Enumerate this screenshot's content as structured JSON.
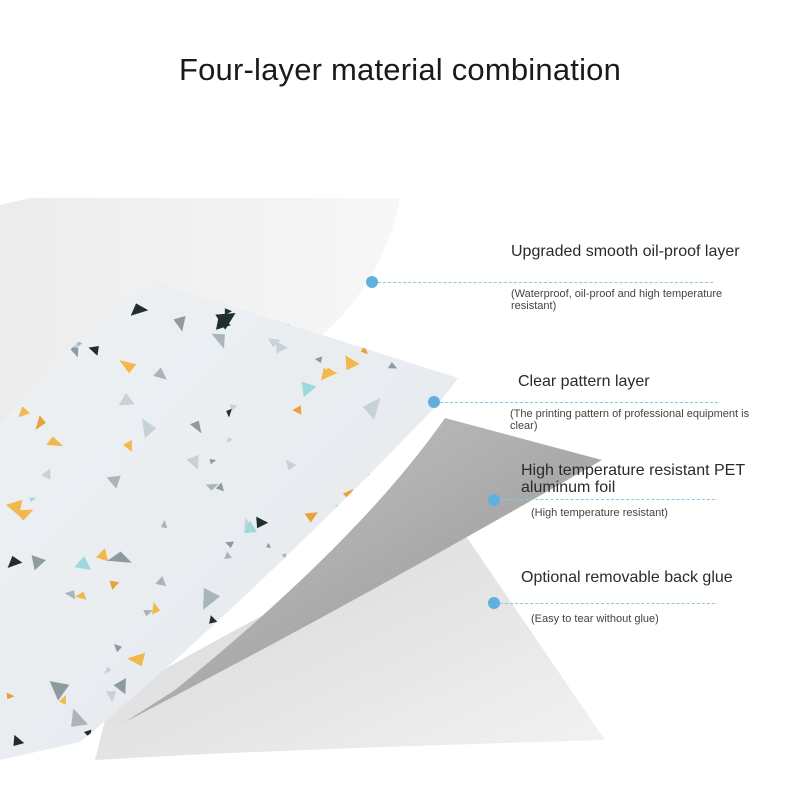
{
  "title": "Four-layer material combination",
  "accent_color": "#5fb0dd",
  "layers": [
    {
      "heading": "Upgraded smooth oil-proof layer",
      "description": "(Waterproof, oil-proof and high temperature resistant)"
    },
    {
      "heading": "Clear pattern layer",
      "description": "(The printing pattern of professional equipment is clear)"
    },
    {
      "heading": "High temperature resistant PET aluminum foil",
      "description": "(High temperature resistant)"
    },
    {
      "heading": "Optional removable back glue",
      "description": "(Easy to tear without glue)"
    }
  ]
}
